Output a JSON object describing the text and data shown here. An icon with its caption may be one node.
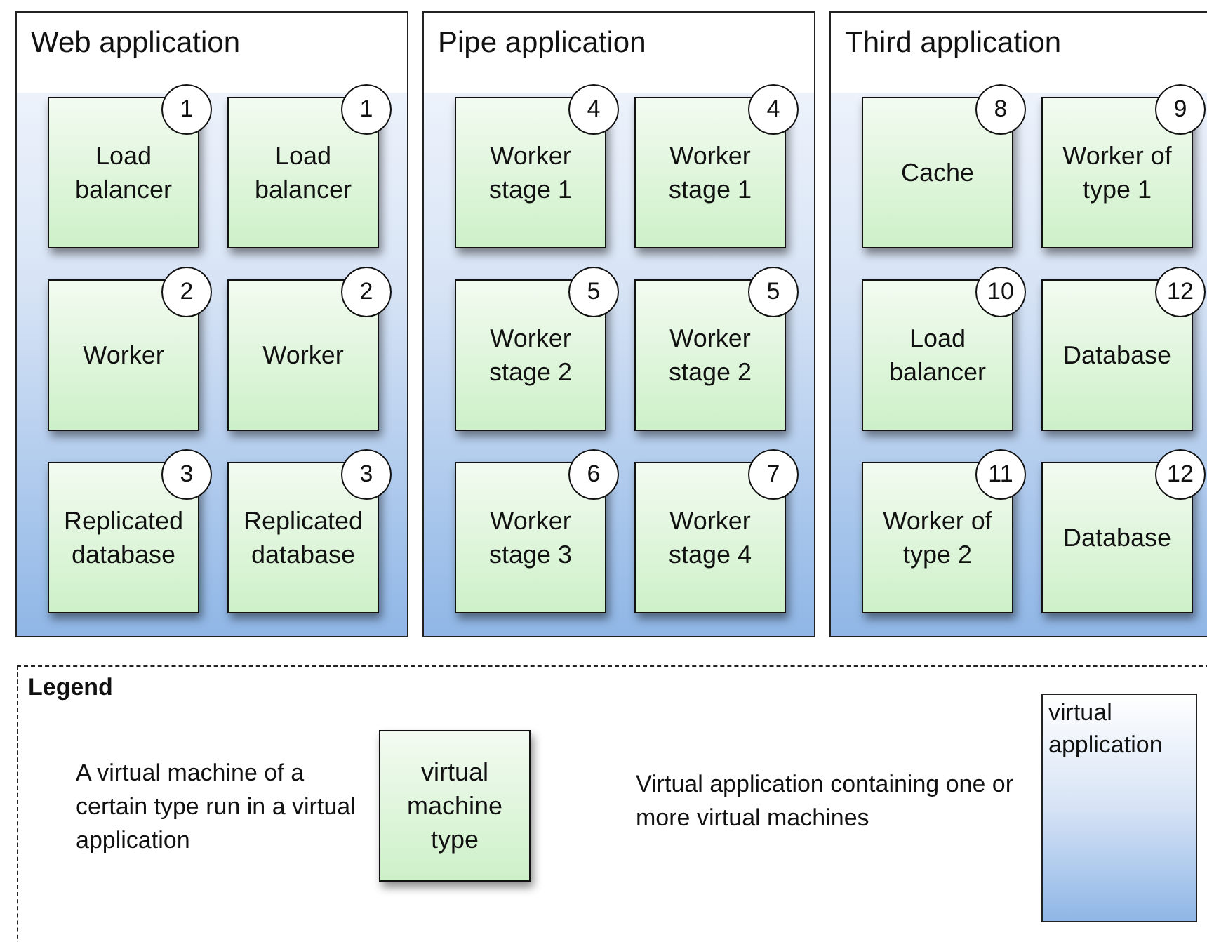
{
  "diagram": {
    "nodes": [
      {
        "text": [
          "Web application"
        ]
      },
      {
        "text": [
          "1",
          "Load balancer"
        ],
        "in": 0
      },
      {
        "text": [
          "1",
          "Load balancer"
        ],
        "in": 0
      },
      {
        "text": [
          "2",
          "Worker"
        ],
        "in": 0
      },
      {
        "text": [
          "2",
          "Worker"
        ],
        "in": 0
      },
      {
        "text": [
          "3",
          "Replicated database"
        ],
        "in": 0
      },
      {
        "text": [
          "3",
          "Replicated database"
        ],
        "in": 0
      },
      {
        "text": [
          "Pipe application"
        ]
      },
      {
        "text": [
          "4",
          "Worker stage 1"
        ],
        "in": 7
      },
      {
        "text": [
          "4",
          "Worker stage 1"
        ],
        "in": 7
      },
      {
        "text": [
          "5",
          "Worker stage 2"
        ],
        "in": 7
      },
      {
        "text": [
          "5",
          "Worker stage 2"
        ],
        "in": 7
      },
      {
        "text": [
          "6",
          "Worker stage 3"
        ],
        "in": 7
      },
      {
        "text": [
          "7",
          "Worker stage 4"
        ],
        "in": 7
      },
      {
        "text": [
          "Third application"
        ]
      },
      {
        "text": [
          "8",
          "Cache"
        ],
        "in": 14
      },
      {
        "text": [
          "9",
          "Worker of type 1"
        ],
        "in": 14
      },
      {
        "text": [
          "10",
          "Load balancer"
        ],
        "in": 14
      },
      {
        "text": [
          "12",
          "Database"
        ],
        "in": 14
      },
      {
        "text": [
          "11",
          "Worker of type 2"
        ],
        "in": 14
      },
      {
        "text": [
          "12",
          "Database"
        ],
        "in": 14
      },
      {
        "text": [
          "Legend"
        ]
      },
      {
        "text": [
          "virtual machine type"
        ],
        "in": 21
      },
      {
        "text": [
          "virtual application"
        ],
        "in": 21
      }
    ],
    "labels": [
      "A virtual machine of a certain type run in a virtual application",
      "Virtual application containing one or more virtual machines"
    ]
  }
}
